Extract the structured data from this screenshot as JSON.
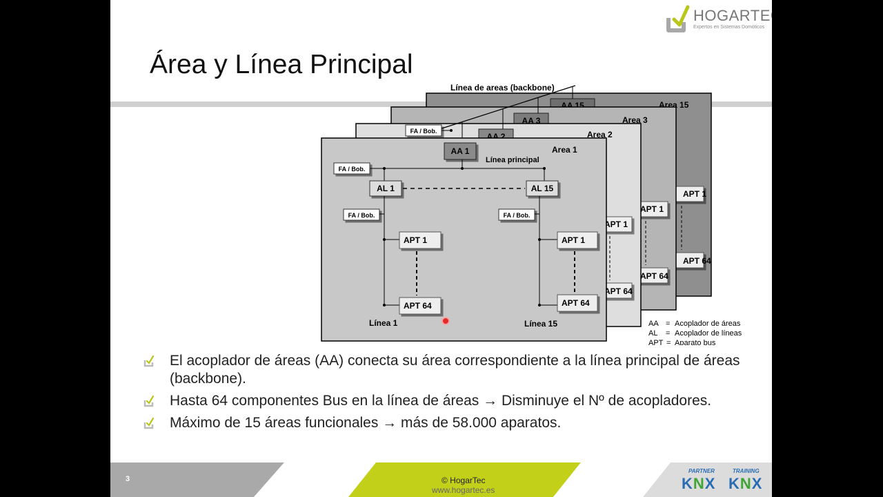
{
  "slide": {
    "title": "Área y Línea Principal",
    "logo": {
      "name": "HOGARTEC",
      "tagline": "Expertos en Sistemas Domóticos"
    },
    "page_number": "3",
    "footer": {
      "copyright": "©  HogarTec",
      "website": "www.hogartec.es"
    },
    "badges": [
      {
        "top": "PARTNER",
        "text_k": "K",
        "text_n": "N",
        "text_x": "X"
      },
      {
        "top": "TRAINING",
        "text_k": "K",
        "text_n": "N",
        "text_x": "X"
      }
    ]
  },
  "diagram": {
    "backbone_label": "Línea de areas (backbone)",
    "main_line_label": "Línea principal",
    "areas": [
      {
        "label": "Area 15",
        "coupler": "AA 15",
        "apt_first": "APT 1",
        "apt_last": "APT 64"
      },
      {
        "label": "Area 3",
        "coupler": "AA 3",
        "apt_first": "APT 1",
        "apt_last": "APT 64"
      },
      {
        "label": "Area 2",
        "coupler": "AA 2",
        "apt_first": "APT 1",
        "apt_last": "APT 64"
      },
      {
        "label": "Area 1",
        "coupler": "AA 1"
      }
    ],
    "fa_bob": "FA / Bob.",
    "lines": [
      {
        "coupler": "AL 1",
        "apt_first": "APT 1",
        "apt_last": "APT 64",
        "label": "Línea 1"
      },
      {
        "coupler": "AL 15",
        "apt_first": "APT 1",
        "apt_last": "APT 64",
        "label": "Línea 15"
      }
    ],
    "legend": [
      {
        "abbr": "AA",
        "eq": "=",
        "desc": "Acoplador de áreas"
      },
      {
        "abbr": "AL",
        "eq": "=",
        "desc": "Acoplador de líneas"
      },
      {
        "abbr": "APT",
        "eq": "=",
        "desc": "Aparato bus"
      }
    ]
  },
  "bullets": [
    "El acoplador de áreas (AA) conecta su área correspondiente a la línea principal de áreas (backbone).",
    "Hasta 64 componentes Bus en la línea de áreas → Disminuye el Nº de acopladores.",
    "Máximo de 15 áreas funcionales → más de 58.000 aparatos."
  ]
}
